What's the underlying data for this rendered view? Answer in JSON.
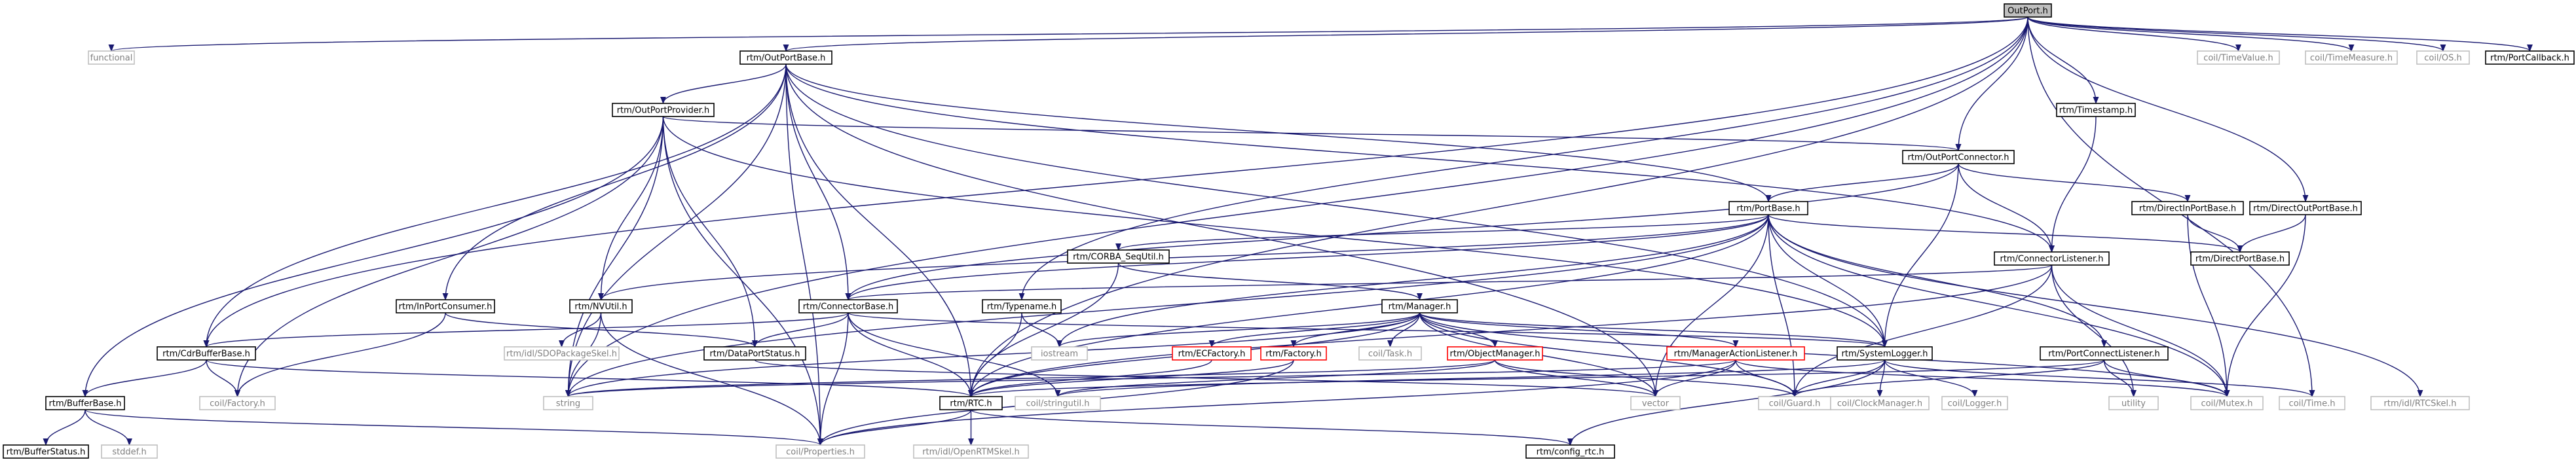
{
  "graph": {
    "colors": {
      "root_fill": "#bfbfbf",
      "node_stroke": "#000000",
      "missing_stroke": "#bfbfbf",
      "truncated_stroke": "#ff0000",
      "text": "#000000",
      "missing_text": "#808080",
      "edge": "#191970"
    },
    "nodes": [
      {
        "id": "OutPort.h",
        "label": "OutPort.h",
        "kind": "root"
      },
      {
        "id": "functional",
        "label": "functional",
        "kind": "missing"
      },
      {
        "id": "OutPortBase.h",
        "label": "rtm/OutPortBase.h",
        "kind": "normal"
      },
      {
        "id": "TimeValue.h",
        "label": "coil/TimeValue.h",
        "kind": "missing"
      },
      {
        "id": "TimeMeasure.h",
        "label": "coil/TimeMeasure.h",
        "kind": "missing"
      },
      {
        "id": "OS.h",
        "label": "coil/OS.h",
        "kind": "missing"
      },
      {
        "id": "PortCallback.h",
        "label": "rtm/PortCallback.h",
        "kind": "normal"
      },
      {
        "id": "OutPortProvider.h",
        "label": "rtm/OutPortProvider.h",
        "kind": "normal"
      },
      {
        "id": "Timestamp.h",
        "label": "rtm/Timestamp.h",
        "kind": "normal"
      },
      {
        "id": "OutPortConnector.h",
        "label": "rtm/OutPortConnector.h",
        "kind": "normal"
      },
      {
        "id": "PortBase.h",
        "label": "rtm/PortBase.h",
        "kind": "normal"
      },
      {
        "id": "DirectInPortBase.h",
        "label": "rtm/DirectInPortBase.h",
        "kind": "normal"
      },
      {
        "id": "DirectOutPortBase.h",
        "label": "rtm/DirectOutPortBase.h",
        "kind": "normal"
      },
      {
        "id": "CORBA_SeqUtil.h",
        "label": "rtm/CORBA_SeqUtil.h",
        "kind": "normal"
      },
      {
        "id": "DirectPortBase.h",
        "label": "rtm/DirectPortBase.h",
        "kind": "normal"
      },
      {
        "id": "ConnectorListener.h",
        "label": "rtm/ConnectorListener.h",
        "kind": "normal"
      },
      {
        "id": "InPortConsumer.h",
        "label": "rtm/InPortConsumer.h",
        "kind": "normal"
      },
      {
        "id": "NVUtil.h",
        "label": "rtm/NVUtil.h",
        "kind": "normal"
      },
      {
        "id": "ConnectorBase.h",
        "label": "rtm/ConnectorBase.h",
        "kind": "normal"
      },
      {
        "id": "Typename.h",
        "label": "rtm/Typename.h",
        "kind": "normal"
      },
      {
        "id": "Manager.h",
        "label": "rtm/Manager.h",
        "kind": "normal"
      },
      {
        "id": "CdrBufferBase.h",
        "label": "rtm/CdrBufferBase.h",
        "kind": "normal"
      },
      {
        "id": "SDOPackageSkel.h",
        "label": "rtm/idl/SDOPackageSkel.h",
        "kind": "missing"
      },
      {
        "id": "DataPortStatus.h",
        "label": "rtm/DataPortStatus.h",
        "kind": "normal"
      },
      {
        "id": "iostream",
        "label": "iostream",
        "kind": "missing"
      },
      {
        "id": "ECFactory.h",
        "label": "rtm/ECFactory.h",
        "kind": "truncated"
      },
      {
        "id": "Factory.h",
        "label": "rtm/Factory.h",
        "kind": "truncated"
      },
      {
        "id": "Task.h",
        "label": "coil/Task.h",
        "kind": "missing"
      },
      {
        "id": "ObjectManager.h",
        "label": "rtm/ObjectManager.h",
        "kind": "truncated"
      },
      {
        "id": "ManagerActionListener.h",
        "label": "rtm/ManagerActionListener.h",
        "kind": "truncated"
      },
      {
        "id": "SystemLogger.h",
        "label": "rtm/SystemLogger.h",
        "kind": "normal"
      },
      {
        "id": "PortConnectListener.h",
        "label": "rtm/PortConnectListener.h",
        "kind": "normal"
      },
      {
        "id": "BufferBase.h",
        "label": "rtm/BufferBase.h",
        "kind": "normal"
      },
      {
        "id": "coilFactory.h",
        "label": "coil/Factory.h",
        "kind": "missing"
      },
      {
        "id": "string",
        "label": "string",
        "kind": "missing"
      },
      {
        "id": "RTC.h",
        "label": "rtm/RTC.h",
        "kind": "normal"
      },
      {
        "id": "stringutil.h",
        "label": "coil/stringutil.h",
        "kind": "missing"
      },
      {
        "id": "vector",
        "label": "vector",
        "kind": "missing"
      },
      {
        "id": "Guard.h",
        "label": "coil/Guard.h",
        "kind": "missing"
      },
      {
        "id": "ClockManager.h",
        "label": "coil/ClockManager.h",
        "kind": "missing"
      },
      {
        "id": "Logger.h",
        "label": "coil/Logger.h",
        "kind": "missing"
      },
      {
        "id": "utility",
        "label": "utility",
        "kind": "missing"
      },
      {
        "id": "Mutex.h",
        "label": "coil/Mutex.h",
        "kind": "missing"
      },
      {
        "id": "Time.h",
        "label": "coil/Time.h",
        "kind": "missing"
      },
      {
        "id": "RTCSkel.h",
        "label": "rtm/idl/RTCSkel.h",
        "kind": "missing"
      },
      {
        "id": "BufferStatus.h",
        "label": "rtm/BufferStatus.h",
        "kind": "normal"
      },
      {
        "id": "stddef.h",
        "label": "stddef.h",
        "kind": "missing"
      },
      {
        "id": "Properties.h",
        "label": "coil/Properties.h",
        "kind": "missing"
      },
      {
        "id": "OpenRTMSkel.h",
        "label": "rtm/idl/OpenRTMSkel.h",
        "kind": "missing"
      },
      {
        "id": "config_rtc.h",
        "label": "rtm/config_rtc.h",
        "kind": "normal"
      }
    ],
    "edges": [
      [
        "OutPort.h",
        "functional"
      ],
      [
        "OutPort.h",
        "OutPortBase.h"
      ],
      [
        "OutPort.h",
        "TimeValue.h"
      ],
      [
        "OutPort.h",
        "TimeMeasure.h"
      ],
      [
        "OutPort.h",
        "OS.h"
      ],
      [
        "OutPort.h",
        "PortCallback.h"
      ],
      [
        "OutPort.h",
        "Timestamp.h"
      ],
      [
        "OutPort.h",
        "OutPortConnector.h"
      ],
      [
        "OutPort.h",
        "DirectOutPortBase.h"
      ],
      [
        "OutPort.h",
        "Typename.h"
      ],
      [
        "OutPort.h",
        "CdrBufferBase.h"
      ],
      [
        "OutPort.h",
        "string"
      ],
      [
        "OutPort.h",
        "RTC.h"
      ],
      [
        "OutPort.h",
        "Time.h"
      ],
      [
        "OutPortBase.h",
        "OutPortProvider.h"
      ],
      [
        "OutPortBase.h",
        "PortBase.h"
      ],
      [
        "OutPortBase.h",
        "ConnectorBase.h"
      ],
      [
        "OutPortBase.h",
        "InPortConsumer.h"
      ],
      [
        "OutPortBase.h",
        "CdrBufferBase.h"
      ],
      [
        "OutPortBase.h",
        "ConnectorListener.h"
      ],
      [
        "OutPortBase.h",
        "SystemLogger.h"
      ],
      [
        "OutPortBase.h",
        "string"
      ],
      [
        "OutPortBase.h",
        "RTC.h"
      ],
      [
        "OutPortBase.h",
        "vector"
      ],
      [
        "OutPortBase.h",
        "Properties.h"
      ],
      [
        "OutPortProvider.h",
        "OutPortConnector.h"
      ],
      [
        "OutPortProvider.h",
        "NVUtil.h"
      ],
      [
        "OutPortProvider.h",
        "DataPortStatus.h"
      ],
      [
        "OutPortProvider.h",
        "SystemLogger.h"
      ],
      [
        "OutPortProvider.h",
        "BufferBase.h"
      ],
      [
        "OutPortProvider.h",
        "coilFactory.h"
      ],
      [
        "OutPortProvider.h",
        "string"
      ],
      [
        "OutPortProvider.h",
        "Properties.h"
      ],
      [
        "Timestamp.h",
        "ConnectorListener.h"
      ],
      [
        "OutPortConnector.h",
        "PortBase.h"
      ],
      [
        "OutPortConnector.h",
        "DirectInPortBase.h"
      ],
      [
        "OutPortConnector.h",
        "ConnectorListener.h"
      ],
      [
        "OutPortConnector.h",
        "ConnectorBase.h"
      ],
      [
        "OutPortConnector.h",
        "SystemLogger.h"
      ],
      [
        "PortBase.h",
        "CORBA_SeqUtil.h"
      ],
      [
        "PortBase.h",
        "NVUtil.h"
      ],
      [
        "PortBase.h",
        "ConnectorBase.h"
      ],
      [
        "PortBase.h",
        "DirectPortBase.h"
      ],
      [
        "PortBase.h",
        "PortConnectListener.h"
      ],
      [
        "PortBase.h",
        "SystemLogger.h"
      ],
      [
        "PortBase.h",
        "string"
      ],
      [
        "PortBase.h",
        "RTC.h"
      ],
      [
        "PortBase.h",
        "vector"
      ],
      [
        "PortBase.h",
        "Guard.h"
      ],
      [
        "PortBase.h",
        "Mutex.h"
      ],
      [
        "PortBase.h",
        "RTCSkel.h"
      ],
      [
        "PortBase.h",
        "iostream"
      ],
      [
        "DirectInPortBase.h",
        "DirectPortBase.h"
      ],
      [
        "DirectInPortBase.h",
        "Mutex.h"
      ],
      [
        "DirectOutPortBase.h",
        "DirectPortBase.h"
      ],
      [
        "DirectOutPortBase.h",
        "Mutex.h"
      ],
      [
        "CORBA_SeqUtil.h",
        "Manager.h"
      ],
      [
        "CORBA_SeqUtil.h",
        "RTC.h"
      ],
      [
        "ConnectorListener.h",
        "ConnectorBase.h"
      ],
      [
        "ConnectorListener.h",
        "RTC.h"
      ],
      [
        "ConnectorListener.h",
        "Guard.h"
      ],
      [
        "ConnectorListener.h",
        "Mutex.h"
      ],
      [
        "ConnectorListener.h",
        "utility"
      ],
      [
        "InPortConsumer.h",
        "DataPortStatus.h"
      ],
      [
        "InPortConsumer.h",
        "coilFactory.h"
      ],
      [
        "NVUtil.h",
        "SDOPackageSkel.h"
      ],
      [
        "NVUtil.h",
        "string"
      ],
      [
        "NVUtil.h",
        "Properties.h"
      ],
      [
        "ConnectorBase.h",
        "CdrBufferBase.h"
      ],
      [
        "ConnectorBase.h",
        "DataPortStatus.h"
      ],
      [
        "ConnectorBase.h",
        "RTC.h"
      ],
      [
        "ConnectorBase.h",
        "stringutil.h"
      ],
      [
        "ConnectorBase.h",
        "Properties.h"
      ],
      [
        "ConnectorBase.h",
        "SystemLogger.h"
      ],
      [
        "Typename.h",
        "iostream"
      ],
      [
        "Typename.h",
        "RTC.h"
      ],
      [
        "Manager.h",
        "iostream"
      ],
      [
        "Manager.h",
        "ECFactory.h"
      ],
      [
        "Manager.h",
        "Factory.h"
      ],
      [
        "Manager.h",
        "Task.h"
      ],
      [
        "Manager.h",
        "ObjectManager.h"
      ],
      [
        "Manager.h",
        "ManagerActionListener.h"
      ],
      [
        "Manager.h",
        "SystemLogger.h"
      ],
      [
        "Manager.h",
        "string"
      ],
      [
        "Manager.h",
        "RTC.h"
      ],
      [
        "Manager.h",
        "vector"
      ],
      [
        "Manager.h",
        "Guard.h"
      ],
      [
        "Manager.h",
        "Mutex.h"
      ],
      [
        "CdrBufferBase.h",
        "BufferBase.h"
      ],
      [
        "CdrBufferBase.h",
        "coilFactory.h"
      ],
      [
        "CdrBufferBase.h",
        "RTC.h"
      ],
      [
        "DataPortStatus.h",
        "vector"
      ],
      [
        "ECFactory.h",
        "RTC.h"
      ],
      [
        "Factory.h",
        "RTC.h"
      ],
      [
        "Factory.h",
        "Properties.h"
      ],
      [
        "ObjectManager.h",
        "string"
      ],
      [
        "ObjectManager.h",
        "vector"
      ],
      [
        "ObjectManager.h",
        "Guard.h"
      ],
      [
        "ObjectManager.h",
        "stringutil.h"
      ],
      [
        "ManagerActionListener.h",
        "string"
      ],
      [
        "ManagerActionListener.h",
        "vector"
      ],
      [
        "ManagerActionListener.h",
        "Guard.h"
      ],
      [
        "ManagerActionListener.h",
        "Mutex.h"
      ],
      [
        "ManagerActionListener.h",
        "Properties.h"
      ],
      [
        "SystemLogger.h",
        "Guard.h"
      ],
      [
        "SystemLogger.h",
        "ClockManager.h"
      ],
      [
        "SystemLogger.h",
        "Logger.h"
      ],
      [
        "SystemLogger.h",
        "stringutil.h"
      ],
      [
        "SystemLogger.h",
        "Time.h"
      ],
      [
        "SystemLogger.h",
        "config_rtc.h"
      ],
      [
        "PortConnectListener.h",
        "Guard.h"
      ],
      [
        "PortConnectListener.h",
        "Mutex.h"
      ],
      [
        "PortConnectListener.h",
        "utility"
      ],
      [
        "PortConnectListener.h",
        "RTC.h"
      ],
      [
        "BufferBase.h",
        "BufferStatus.h"
      ],
      [
        "BufferBase.h",
        "stddef.h"
      ],
      [
        "BufferBase.h",
        "Properties.h"
      ],
      [
        "RTC.h",
        "Properties.h"
      ],
      [
        "RTC.h",
        "OpenRTMSkel.h"
      ],
      [
        "RTC.h",
        "config_rtc.h"
      ]
    ]
  }
}
